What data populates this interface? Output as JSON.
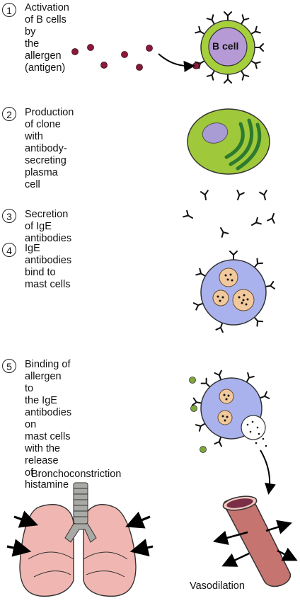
{
  "steps": [
    {
      "num": "1",
      "text": "Activation of B cells by\nthe allergen (antigen)"
    },
    {
      "num": "2",
      "text": "Production of clone\nwith antibody-secreting\nplasma cell"
    },
    {
      "num": "3",
      "text": "Secretion of IgE antibodies"
    },
    {
      "num": "4",
      "text": "IgE antibodies bind to\nmast cells"
    },
    {
      "num": "5",
      "text": "Binding of allergen to\nthe IgE antibodies on\nmast cells with the release\nof histamine"
    }
  ],
  "labels": {
    "b_cell": "B cell",
    "bronchoconstriction": "Bronchoconstriction",
    "vasodilation": "Vasodilation"
  },
  "colors": {
    "allergen": "#8b1a3a",
    "b_cell_outer": "#a6cf3c",
    "b_cell_inner": "#b69ad6",
    "plasma_cell": "#9fc83a",
    "plasma_nucleus": "#a99bd4",
    "er_stripes": "#2d7a2f",
    "mast_cell": "#a9b2ec",
    "granule": "#f1c99c",
    "allergen_bound": "#7fa83a",
    "lung": "#f0b7b2",
    "trachea": "#a9aaa5",
    "vessel": "#c67470",
    "vessel_lumen": "#7a2e46"
  }
}
